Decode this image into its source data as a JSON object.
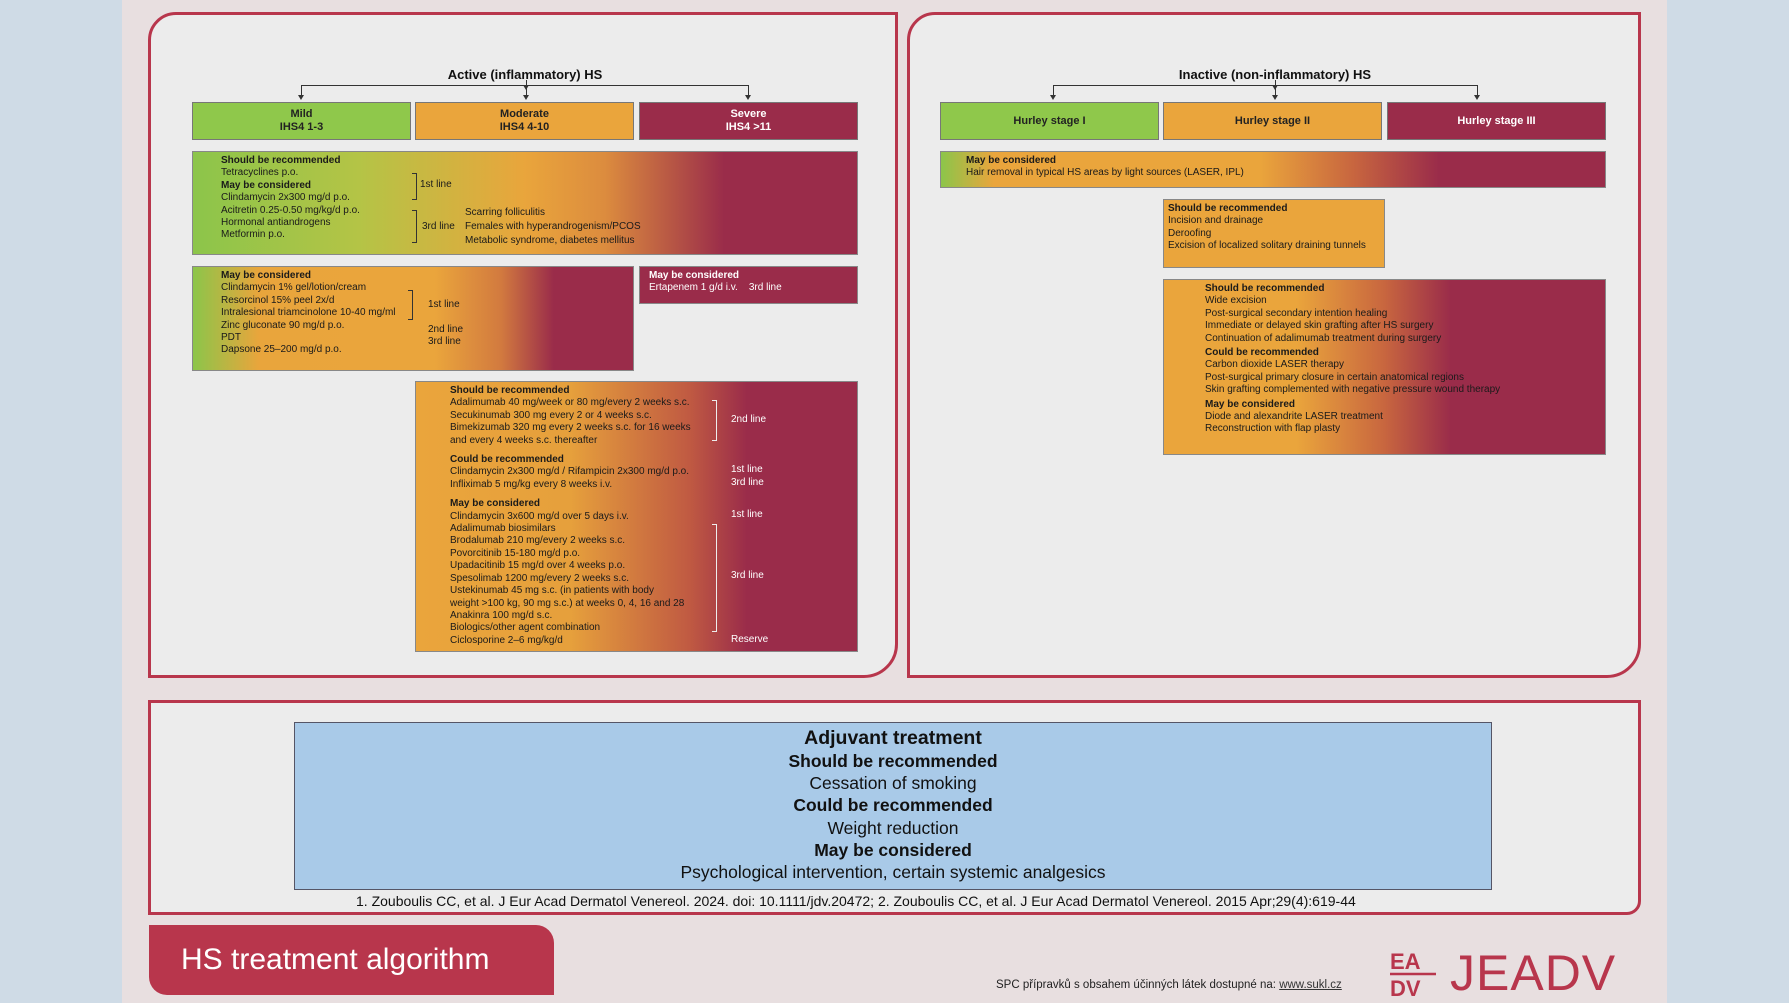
{
  "active": {
    "title": "Active (inflammatory) HS",
    "stages": [
      {
        "name": "Mild",
        "sub": "IHS4 1-3"
      },
      {
        "name": "Moderate",
        "sub": "IHS4 4-10"
      },
      {
        "name": "Severe",
        "sub": "IHS4 >11"
      }
    ],
    "box1": {
      "h1": "Should be recommended",
      "l1": "Tetracyclines p.o.",
      "h2": "May be considered",
      "l2": "Clindamycin 2x300 mg/d p.o.",
      "l3": "Acitretin 0.25-0.50 mg/kg/d p.o.",
      "l4": "Hormonal antiandrogens",
      "l5": "Metformin p.o.",
      "line1": "1st line",
      "line3": "3rd line",
      "n1": "Scarring folliculitis",
      "n2": "Females with hyperandrogenism/PCOS",
      "n3": "Metabolic syndrome, diabetes mellitus"
    },
    "box2": {
      "h1": "May be considered",
      "items": [
        "Clindamycin 1% gel/lotion/cream",
        "Resorcinol 15% peel 2x/d",
        "Intralesional triamcinolone 10-40 mg/ml",
        "Zinc gluconate 90 mg/d p.o.",
        "PDT",
        "Dapsone 25–200 mg/d p.o."
      ],
      "line1": "1st line",
      "line2": "2nd line",
      "line3": "3rd line"
    },
    "box3": {
      "h1": "May be considered",
      "l1": "Ertapenem 1 g/d i.v.",
      "line": "3rd line"
    },
    "box4": {
      "h1": "Should be recommended",
      "s1": [
        "Adalimumab 40 mg/week or 80 mg/every 2 weeks s.c.",
        "Secukinumab 300 mg every 2 or 4 weeks s.c.",
        "Bimekizumab 320 mg every 2 weeks s.c. for 16 weeks",
        "and every 4 weeks s.c. thereafter"
      ],
      "line2nd": "2nd line",
      "h2": "Could be recommended",
      "s2": [
        "Clindamycin 2x300 mg/d / Rifampicin 2x300 mg/d p.o.",
        "Infliximab 5 mg/kg every 8 weeks i.v."
      ],
      "line1st": "1st line",
      "line3rd": "3rd line",
      "h3": "May be considered",
      "s3": [
        "Clindamycin 3x600 mg/d over 5 days i.v.",
        "Adalimumab biosimilars",
        "Brodalumab 210 mg/every 2 weeks s.c.",
        "Povorcitinib 15-180 mg/d p.o.",
        "Upadacitinib 15 mg/d over 4 weeks p.o.",
        "Spesolimab 1200 mg/every 2 weeks s.c.",
        "Ustekinumab 45 mg s.c. (in patients with body",
        "weight >100 kg, 90 mg s.c.) at weeks 0, 4, 16 and 28",
        "Anakinra 100 mg/d s.c.",
        "Biologics/other agent combination",
        "Ciclosporine 2–6 mg/kg/d"
      ],
      "line1st_b": "1st line",
      "line3rd_b": "3rd line",
      "reserve": "Reserve"
    }
  },
  "inactive": {
    "title": "Inactive (non-inflammatory) HS",
    "stages": [
      "Hurley stage I",
      "Hurley stage II",
      "Hurley stage III"
    ],
    "box1": {
      "h1": "May be considered",
      "l1": "Hair removal in typical HS areas by light sources (LASER, IPL)"
    },
    "box2": {
      "h1": "Should be recommended",
      "items": [
        "Incision and drainage",
        "Deroofing",
        "Excision of localized solitary draining tunnels"
      ]
    },
    "box3": {
      "h1": "Should be recommended",
      "s1": [
        "Wide excision",
        "Post-surgical secondary intention healing",
        "Immediate or delayed skin grafting after HS surgery",
        "Continuation of adalimumab treatment during surgery"
      ],
      "h2": "Could be recommended",
      "s2": [
        "Carbon dioxide LASER therapy",
        "Post-surgical primary closure in certain anatomical regions",
        "Skin grafting complemented with negative pressure wound therapy"
      ],
      "h3": "May be considered",
      "s3": [
        "Diode and alexandrite LASER treatment",
        "Reconstruction with flap plasty"
      ]
    }
  },
  "adjuvant": {
    "title": "Adjuvant treatment",
    "h1": "Should be recommended",
    "t1": "Cessation of smoking",
    "h2": "Could be recommended",
    "t2": "Weight reduction",
    "h3": "May be considered",
    "t3": "Psychological intervention, certain systemic analgesics"
  },
  "reference": "1. Zouboulis CC, et al. J Eur Acad Dermatol Venereol. 2024. doi: 10.1111/jdv.20472; 2. Zouboulis CC, et al. J Eur Acad Dermatol Venereol. 2015 Apr;29(4):619-44",
  "slide_title": "HS treatment algorithm",
  "spc_text": "SPC přípravků s obsahem účinných látek dostupné na: ",
  "spc_link": "www.sukl.cz",
  "logo": {
    "mark": "EA DV",
    "text": "JEADV"
  },
  "colors": {
    "accent": "#b8364c",
    "mild": "#8fc84b",
    "moderate": "#eaa53c",
    "severe": "#9a2c4a",
    "adjuvant": "#a9cae8"
  }
}
